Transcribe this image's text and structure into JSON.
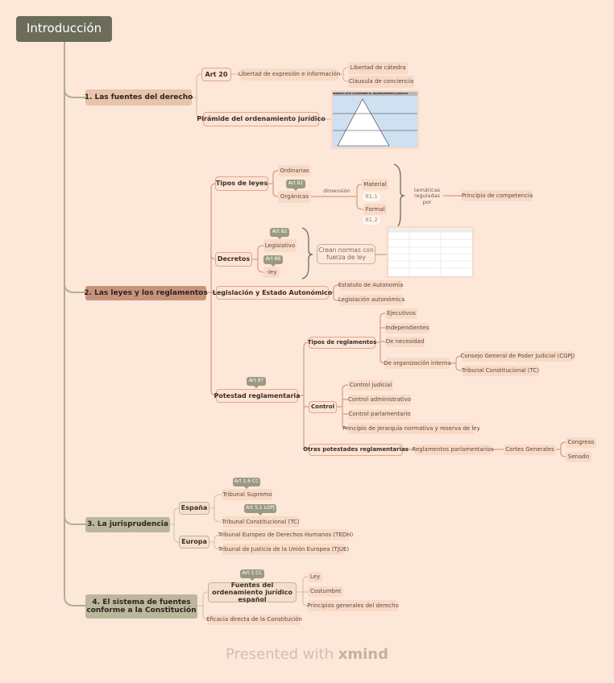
{
  "root": "Introducción",
  "s1": {
    "title": "1. Las fuentes del derecho",
    "art20": "Art 20",
    "libertad": "Libertad de expresión e información",
    "catedra": "Libertad de cátedra",
    "clausula": "Cláusula de conciencia",
    "piramide": "Pirámide del ordenamiento jurídico",
    "piramide_image_title": "NORMAS QUE COMPONEN EL ORDENAMIENTO JURÍDICO"
  },
  "s2": {
    "title": "2. Las leyes y los reglamentos",
    "tipos_leyes": "Tipos de leyes",
    "ordinarias": "Ordinarias",
    "art81": "Art 81",
    "organicas": "Orgánicas",
    "dimension": "dimensión",
    "material": "Material",
    "p811": "81.1",
    "formal": "Formal",
    "p812": "81.2",
    "tematicas": "temáticas reguladas por",
    "competencia": "Principio de competencia",
    "decretos": "Decretos",
    "art82": "Art 82",
    "legislativo": "Legislativo",
    "art86": "Art 86",
    "ley": "-ley",
    "crean": "Crean normas con fuerza de ley",
    "legislacion_ea": "Legislación y Estado Autonómico",
    "estatuto": "Estatuto de Autonomía",
    "leg_autonomica": "Legislación autonómica",
    "art97": "Art 97",
    "potestad": "Potestad reglamentaria",
    "tipos_reg": "Tipos de reglamentos",
    "tipos_reg_items": [
      "Ejecutivos",
      "Independientes",
      "De necesidad",
      "De organización interna"
    ],
    "org_interna": [
      "Consejo General de Poder Judicial (CGPJ)",
      "Tribunal Constitucional (TC)"
    ],
    "control": "Control",
    "control_items": [
      "Control judicial",
      "Control administrativo",
      "Control parlamentario",
      "Principio de jerarquía normativa y reserva de ley"
    ],
    "otras": "Otras potestades reglamentarias",
    "reg_parl": "Reglamentos parlamentarios",
    "cortes": "Cortes Generales",
    "camaras": [
      "Congreso",
      "Senado"
    ]
  },
  "s3": {
    "title": "3. La jurisprudencia",
    "espana": "España",
    "art16": "Art 1.6 CC",
    "supremo": "Tribunal Supremo",
    "art51": "Art 5.1 LOPJ",
    "tc": "Tribunal Constitucional (TC)",
    "europa": "Europa",
    "tedh": "Tribunal Europeo de Derechos Humanos (TEDH)",
    "tjue": "Tribunal de Justicia de la Unión Europea (TJUE)"
  },
  "s4": {
    "title": "4. El sistema de fuentes conforme a la Constitución",
    "art1": "Art 1 CC",
    "fuentes": "Fuentes del ordenamiento jurídico español",
    "items": [
      "Ley",
      "Costumbre",
      "Principios generales del derecho"
    ],
    "eficacia": "Eficacia directa de la Constitución"
  },
  "footer": {
    "prefix": "Presented with",
    "brand": "xmind"
  },
  "colors": {
    "background": "#fde7d9",
    "root": "#6b6d5a",
    "accent": "#c8937b",
    "olive": "#bab79e"
  }
}
